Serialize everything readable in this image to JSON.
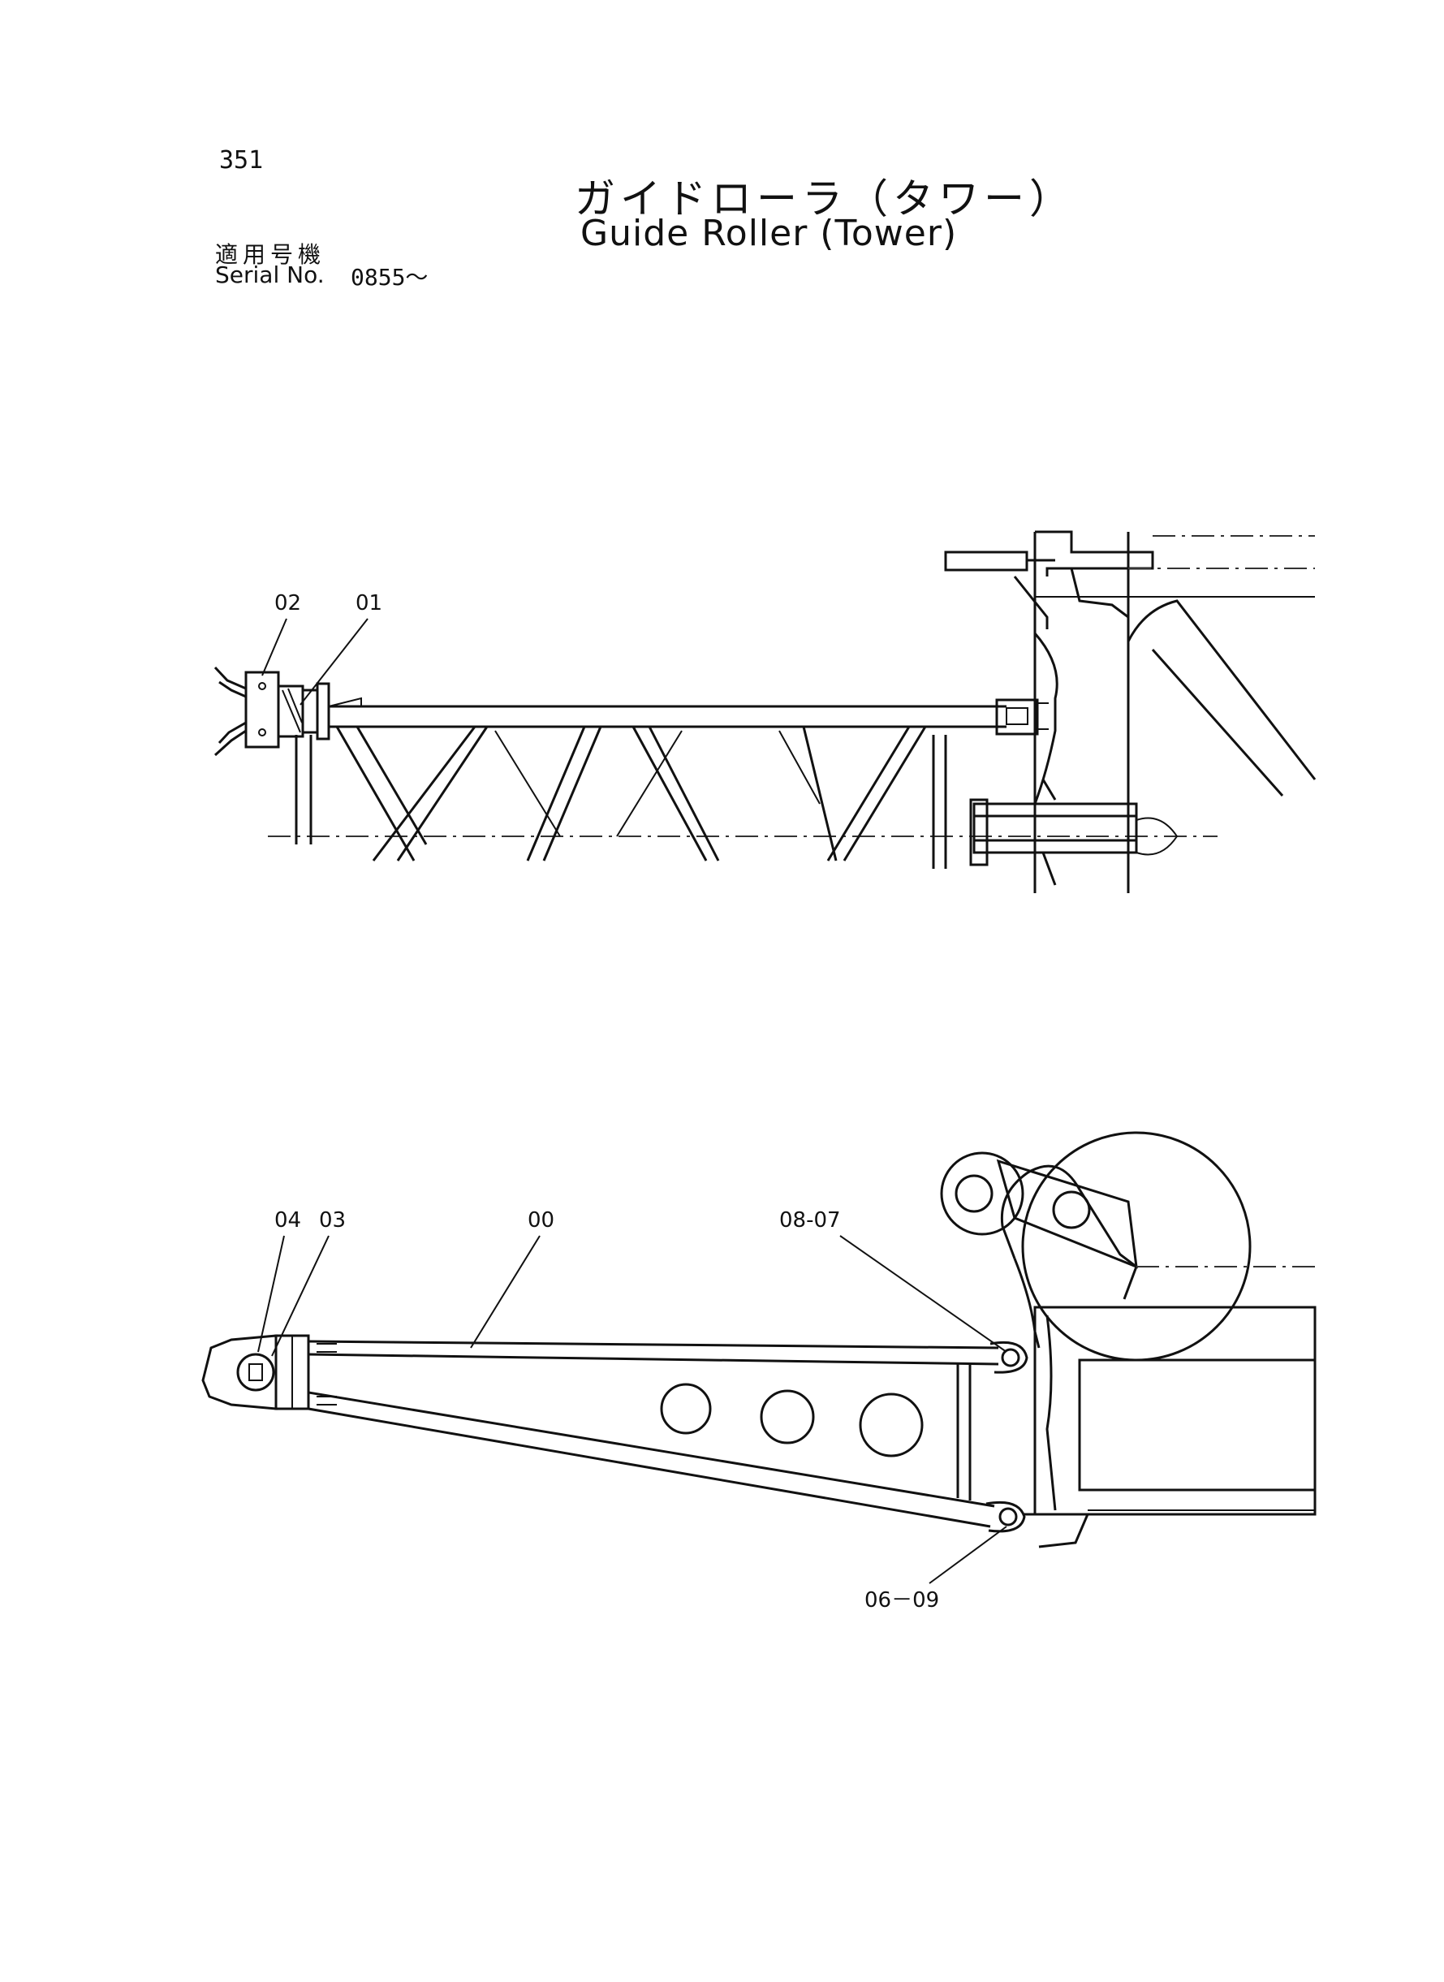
{
  "header": {
    "page_number": "351",
    "title_jp": "ガイドローラ（タワー）",
    "title_en": "Guide Roller (Tower)",
    "serial_label_jp": "適用号機",
    "serial_label_en": "Serial No.",
    "serial_value": "0855～"
  },
  "callouts": {
    "part_02": "02",
    "part_01": "01",
    "part_04": "04",
    "part_03": "03",
    "part_00": "00",
    "part_08_07": "08-07",
    "part_06_09": "06－09"
  }
}
